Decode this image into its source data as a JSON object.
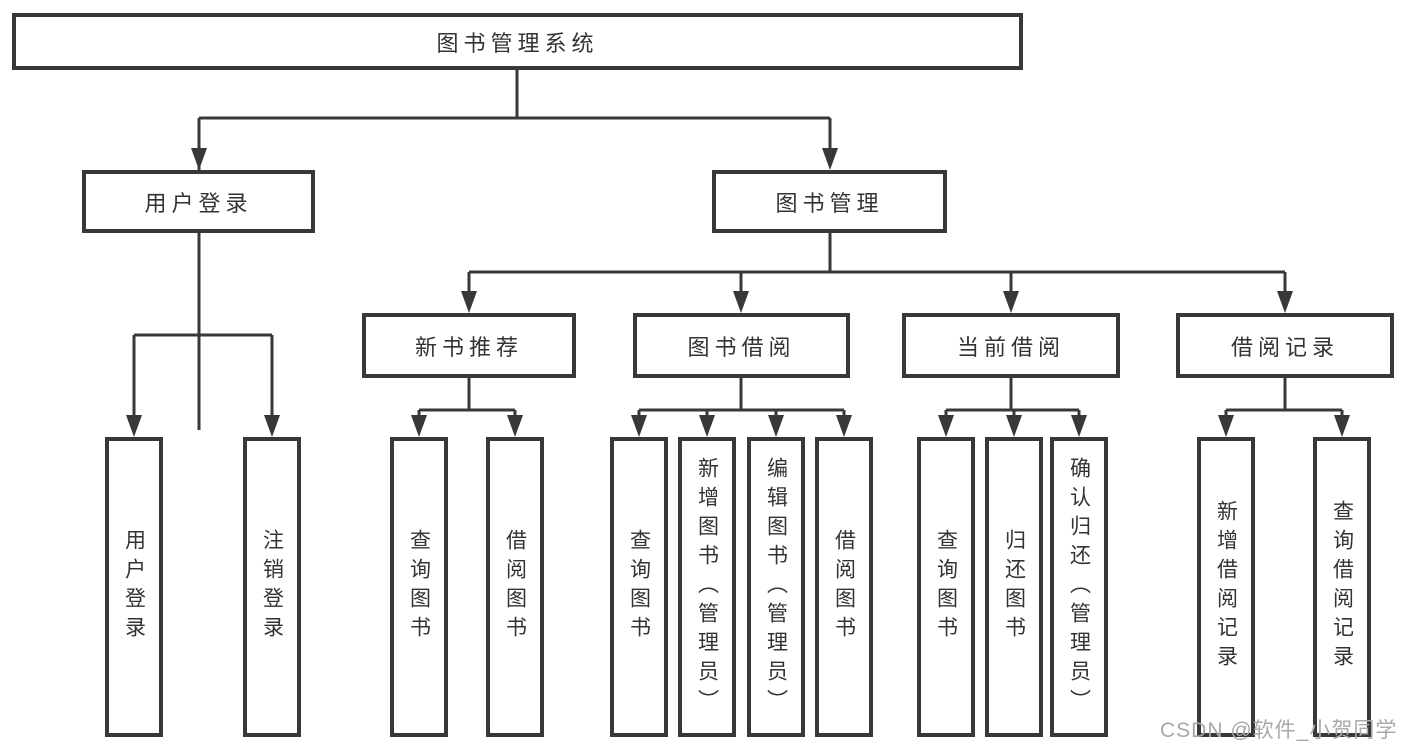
{
  "diagram": {
    "type": "function-tree",
    "background": "#ffffff",
    "line_color": "#383838",
    "text_color": "#333333",
    "watermark": {
      "text": "CSDN @软件_小贺同学",
      "color": "#a8a8a8"
    },
    "tree": {
      "label": "图书管理系统",
      "children": [
        {
          "label": "用户登录",
          "children": [
            {
              "label": "用户登录"
            },
            {
              "label": "注销登录"
            }
          ]
        },
        {
          "label": "图书管理",
          "children": [
            {
              "label": "新书推荐",
              "children": [
                {
                  "label": "查询图书"
                },
                {
                  "label": "借阅图书"
                }
              ]
            },
            {
              "label": "图书借阅",
              "children": [
                {
                  "label": "查询图书"
                },
                {
                  "label": "新增图书（管理员）"
                },
                {
                  "label": "编辑图书（管理员）"
                },
                {
                  "label": "借阅图书"
                }
              ]
            },
            {
              "label": "当前借阅",
              "children": [
                {
                  "label": "查询图书"
                },
                {
                  "label": "归还图书"
                },
                {
                  "label": "确认归还（管理员）"
                }
              ]
            },
            {
              "label": "借阅记录",
              "children": [
                {
                  "label": "新增借阅记录"
                },
                {
                  "label": "查询借阅记录"
                }
              ]
            }
          ]
        }
      ]
    }
  }
}
